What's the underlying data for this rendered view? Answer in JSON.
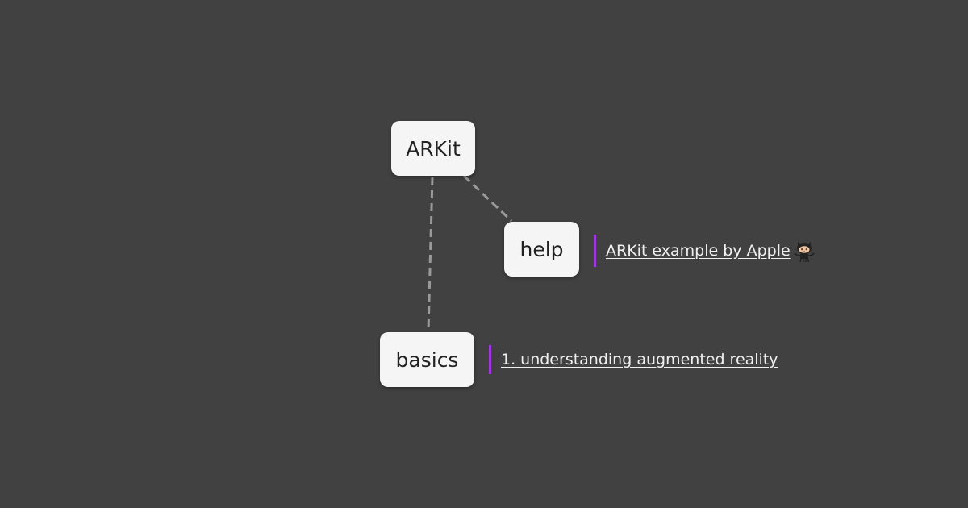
{
  "nodes": {
    "root": {
      "label": "ARKit"
    },
    "help": {
      "label": "help"
    },
    "basics": {
      "label": "basics"
    }
  },
  "links": {
    "help": {
      "text": "ARKit example by Apple",
      "icon": "github-octocat-icon"
    },
    "basics": {
      "text": "1. understanding augmented reality"
    }
  },
  "colors": {
    "background": "#414141",
    "node_fill": "#f5f5f5",
    "edge": "#9a9a9a",
    "link_bar": "#a038e0",
    "link_text": "#f0f0f0"
  }
}
